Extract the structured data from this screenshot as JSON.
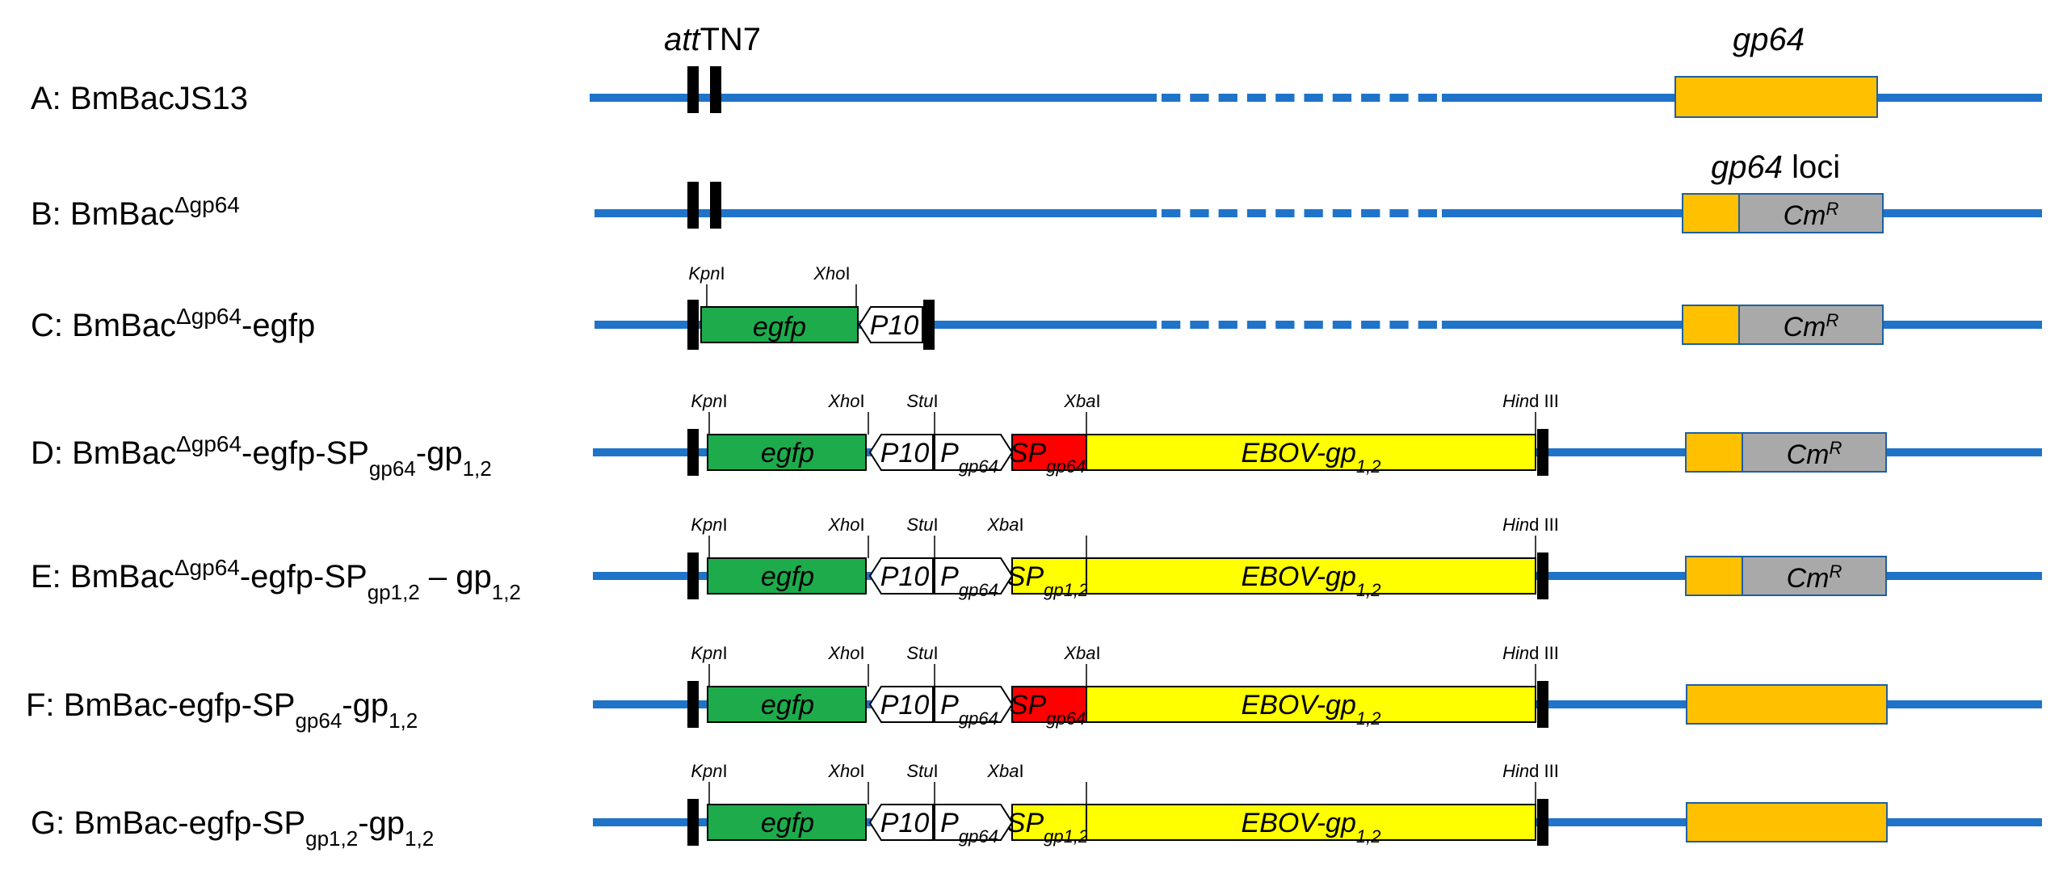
{
  "colors": {
    "backbone": "#1f73c8",
    "egfp": "#1eab4c",
    "sp_gp64": "#ff0000",
    "ebov": "#ffff00",
    "gp64": "#ffc000",
    "cmr": "#a9a9a9",
    "marker": "#000000"
  },
  "annotations": {
    "att_italic": "att",
    "att_rest": "TN7",
    "gp64_title": "gp64",
    "gp64_loci_italic": "gp64",
    "gp64_loci_rest": " loci"
  },
  "labels": {
    "egfp": "egfp",
    "p10": "P10",
    "pgp64_main": "P",
    "pgp64_sub": "gp64",
    "sp_main": "SP",
    "sp_gp64_sub": "gp64",
    "sp_gp12_sub": "gp1,2",
    "ebov_main": "EBOV-gp",
    "ebov_sub": "1,2",
    "cm_main": "Cm",
    "cm_sup": "R"
  },
  "sites": {
    "kpn": [
      "Kpn",
      "I"
    ],
    "xho": [
      "Xho",
      "I"
    ],
    "stu": [
      "Stu",
      "I"
    ],
    "xba": [
      "Xba",
      "I"
    ],
    "hind": [
      "Hin",
      "d III"
    ]
  },
  "rows": [
    {
      "prefix": "A: BmBacJS13",
      "sup": "",
      "rest": []
    },
    {
      "prefix": "B: BmBac",
      "sup": "Δgp64",
      "rest": []
    },
    {
      "prefix": "C: BmBac",
      "sup": "Δgp64",
      "rest": [
        [
          "-egfp",
          ""
        ]
      ]
    },
    {
      "prefix": "D: BmBac",
      "sup": "Δgp64",
      "rest": [
        [
          "-egfp-SP",
          ""
        ],
        [
          "gp64",
          "sub"
        ],
        [
          "-gp",
          ""
        ],
        [
          "1,2",
          "sub"
        ]
      ]
    },
    {
      "prefix": "E: BmBac",
      "sup": "Δgp64",
      "rest": [
        [
          "-egfp-SP",
          ""
        ],
        [
          "gp1,2",
          "sub"
        ],
        [
          " – gp",
          ""
        ],
        [
          "1,2",
          "sub"
        ]
      ]
    },
    {
      "prefix": "F: BmBac-egfp-SP",
      "sup": "",
      "rest": [
        [
          "gp64",
          "sub"
        ],
        [
          "-gp",
          ""
        ],
        [
          "1,2",
          "sub"
        ]
      ]
    },
    {
      "prefix": "G: BmBac-egfp-SP",
      "sup": "",
      "rest": [
        [
          "gp1,2",
          "sub"
        ],
        [
          "-gp",
          ""
        ],
        [
          "1,2",
          "sub"
        ]
      ]
    }
  ]
}
